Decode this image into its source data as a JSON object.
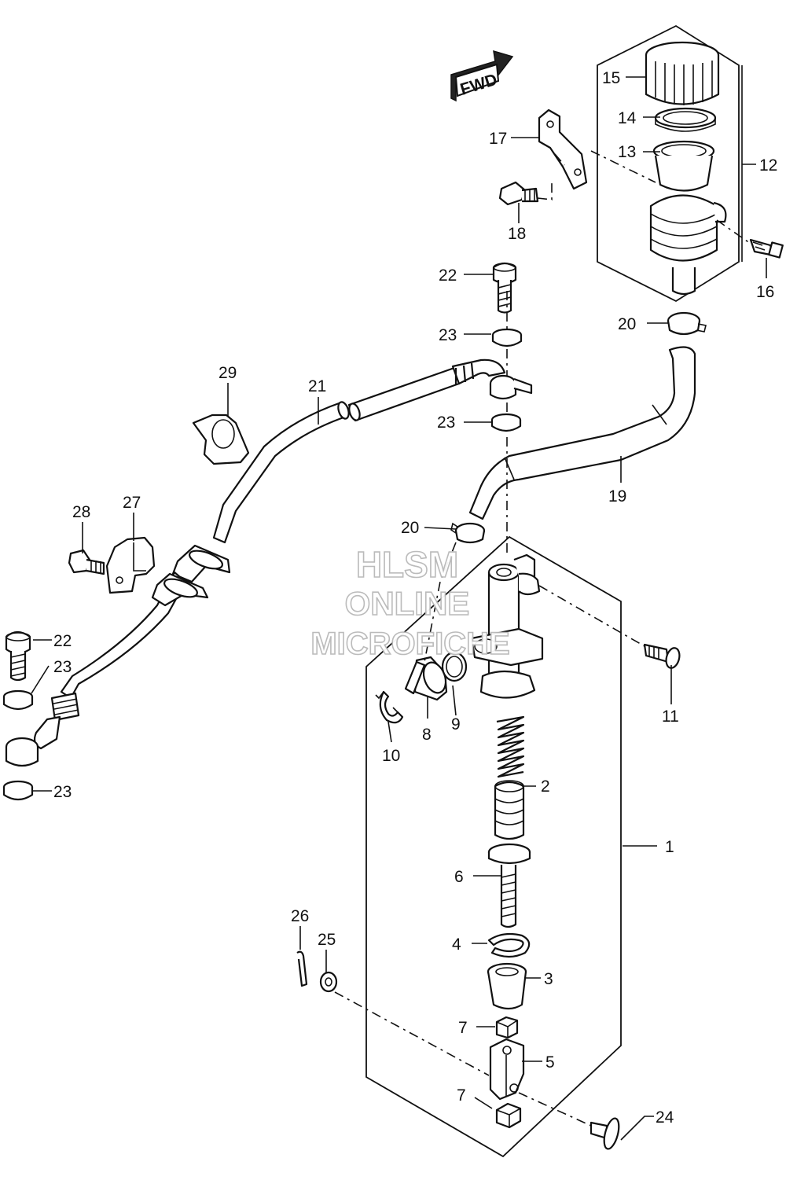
{
  "badge": {
    "fwd": "FWD"
  },
  "watermark": {
    "line1": "HLSM",
    "line2": "ONLINE",
    "line3": "MICROFICHE"
  },
  "callouts": [
    {
      "id": "c1",
      "number": "1"
    },
    {
      "id": "c2",
      "number": "2"
    },
    {
      "id": "c3",
      "number": "3"
    },
    {
      "id": "c4",
      "number": "4"
    },
    {
      "id": "c5",
      "number": "5"
    },
    {
      "id": "c6",
      "number": "6"
    },
    {
      "id": "c7a",
      "number": "7"
    },
    {
      "id": "c7b",
      "number": "7"
    },
    {
      "id": "c8",
      "number": "8"
    },
    {
      "id": "c9",
      "number": "9"
    },
    {
      "id": "c10",
      "number": "10"
    },
    {
      "id": "c11",
      "number": "11"
    },
    {
      "id": "c12",
      "number": "12"
    },
    {
      "id": "c13",
      "number": "13"
    },
    {
      "id": "c14",
      "number": "14"
    },
    {
      "id": "c15",
      "number": "15"
    },
    {
      "id": "c16",
      "number": "16"
    },
    {
      "id": "c17",
      "number": "17"
    },
    {
      "id": "c18",
      "number": "18"
    },
    {
      "id": "c19",
      "number": "19"
    },
    {
      "id": "c20a",
      "number": "20"
    },
    {
      "id": "c20b",
      "number": "20"
    },
    {
      "id": "c21",
      "number": "21"
    },
    {
      "id": "c22a",
      "number": "22"
    },
    {
      "id": "c22b",
      "number": "22"
    },
    {
      "id": "c23a",
      "number": "23"
    },
    {
      "id": "c23b",
      "number": "23"
    },
    {
      "id": "c23c",
      "number": "23"
    },
    {
      "id": "c23d",
      "number": "23"
    },
    {
      "id": "c24",
      "number": "24"
    },
    {
      "id": "c25",
      "number": "25"
    },
    {
      "id": "c26",
      "number": "26"
    },
    {
      "id": "c27",
      "number": "27"
    },
    {
      "id": "c28",
      "number": "28"
    },
    {
      "id": "c29",
      "number": "29"
    }
  ]
}
